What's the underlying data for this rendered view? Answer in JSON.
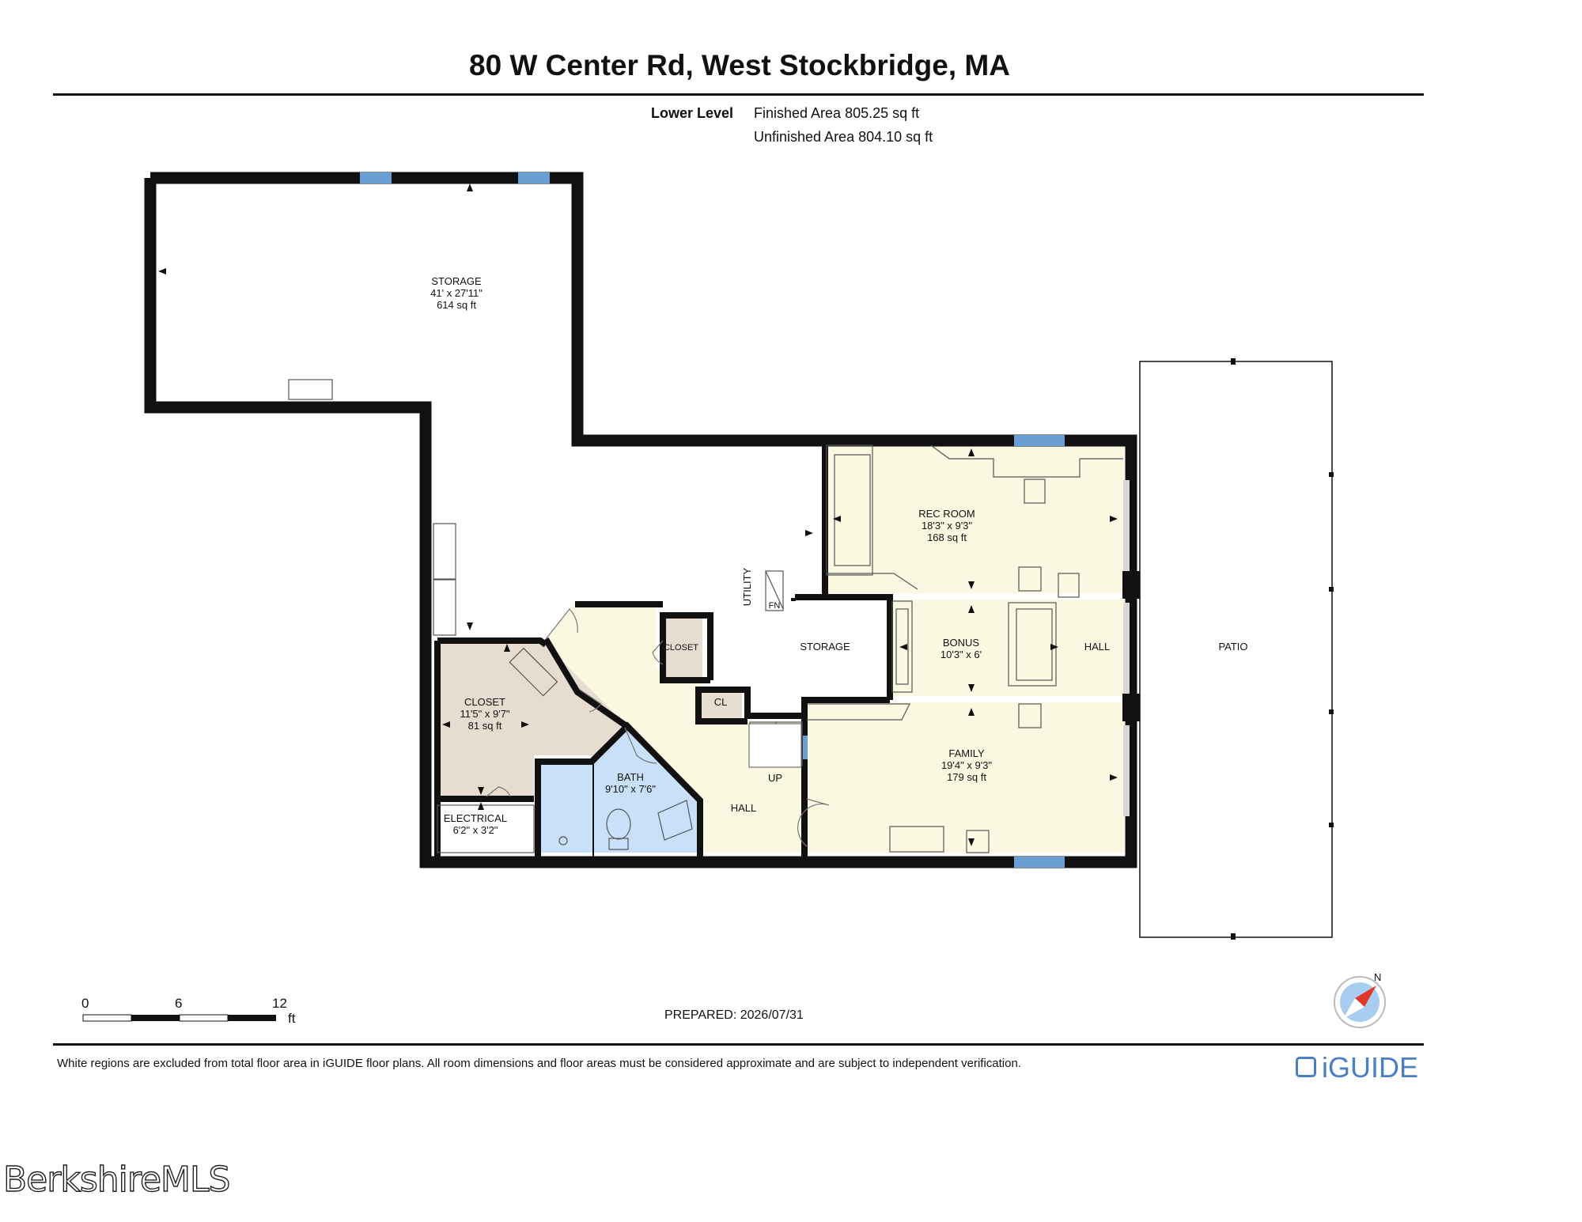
{
  "header": {
    "title": "80 W Center Rd, West Stockbridge, MA",
    "level": "Lower Level",
    "finished_area": "Finished Area 805.25 sq ft",
    "unfinished_area": "Unfinished Area 804.10 sq ft"
  },
  "rooms": {
    "storage_big": {
      "name": "STORAGE",
      "dims": "41' x 27'11\"",
      "area": "614 sq ft"
    },
    "rec_room": {
      "name": "REC ROOM",
      "dims": "18'3\" x 9'3\"",
      "area": "168 sq ft"
    },
    "bonus": {
      "name": "BONUS",
      "dims": "10'3\" x 6'"
    },
    "family": {
      "name": "FAMILY",
      "dims": "19'4\" x 9'3\"",
      "area": "179 sq ft"
    },
    "closet_big": {
      "name": "CLOSET",
      "dims": "11'5\" x 9'7\"",
      "area": "81 sq ft"
    },
    "bath": {
      "name": "BATH",
      "dims": "9'10\" x 7'6\""
    },
    "electrical": {
      "name": "ELECTRICAL",
      "dims": "6'2\" x 3'2\""
    },
    "closet_small": "CLOSET",
    "cl": "CL",
    "storage_small": "STORAGE",
    "utility": "UTILITY",
    "fn": "FN",
    "hall_right": "HALL",
    "hall_main": "HALL",
    "up": "UP",
    "patio": "PATIO"
  },
  "scale": {
    "t0": "0",
    "t6": "6",
    "t12": "12",
    "unit": "ft"
  },
  "compass": {
    "north": "N"
  },
  "footer": {
    "prepared": "PREPARED: 2026/07/31",
    "disclaimer": "White regions are excluded from total floor area in iGUIDE floor plans. All room dimensions and floor areas must be considered approximate and are subject to independent verification.",
    "brand": "iGUIDE"
  },
  "watermark": "BerkshireMLS",
  "colors": {
    "wall": "#111111",
    "finished": "#fbf8e2",
    "closet": "#e6ddd0",
    "bath": "#c8e1f8",
    "window": "#6a9fd4",
    "brand": "#4a7fc0"
  }
}
